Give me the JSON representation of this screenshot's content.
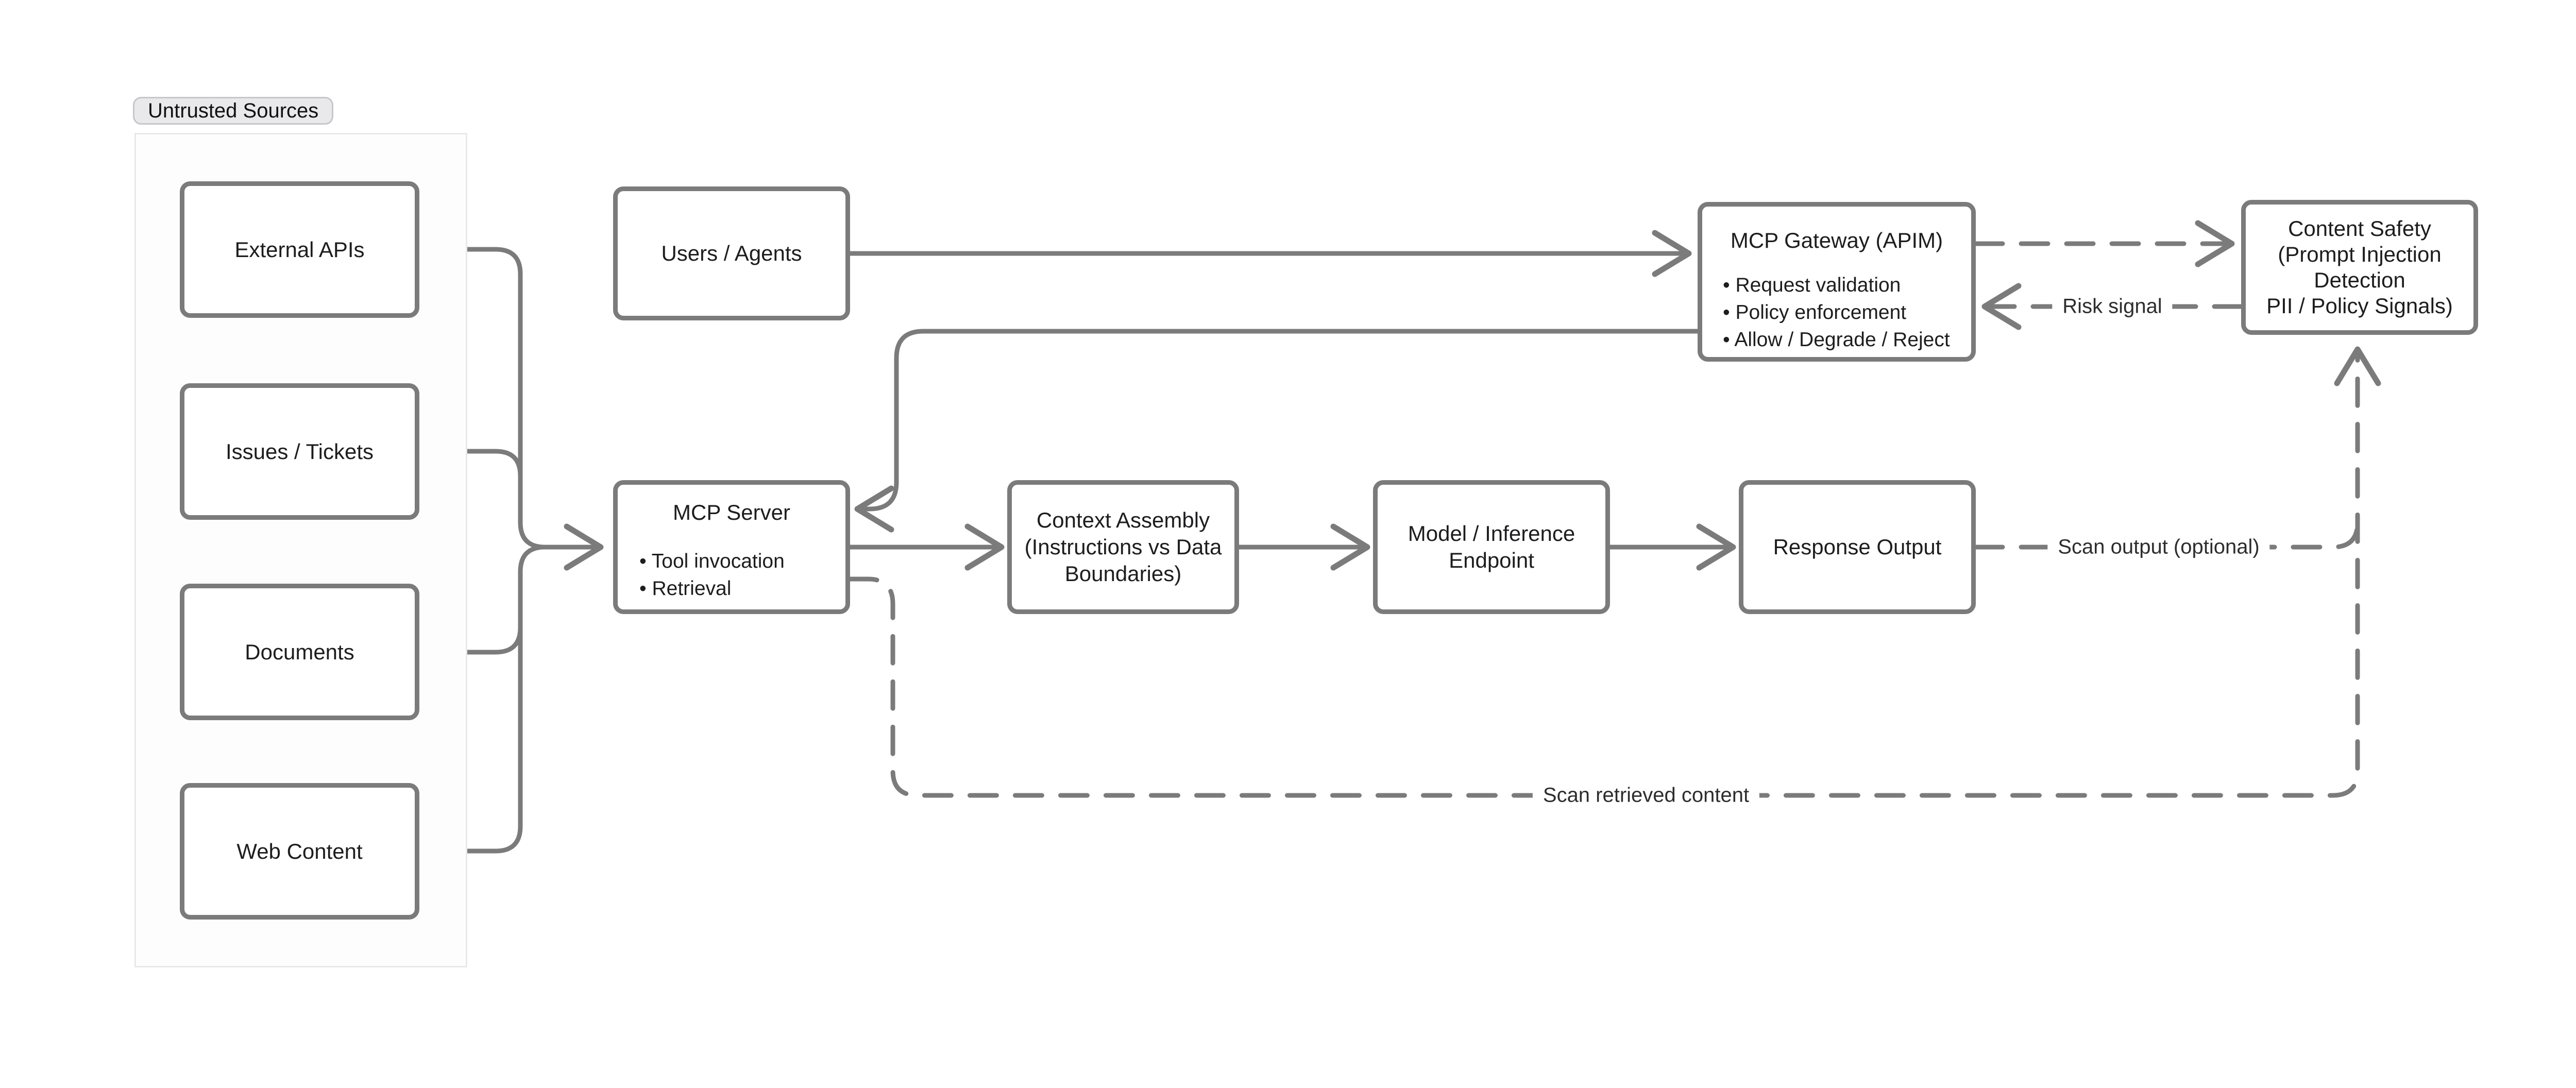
{
  "colors": {
    "wire": "#7b7b7b",
    "box_border": "#7b7b7b",
    "box_fill": "#ffffff",
    "text": "#1d1d1f",
    "pill_bg": "#e9e9eb",
    "pill_border": "#c7c7c9",
    "group_border": "#e9e9ea"
  },
  "group": {
    "label": "Untrusted Sources"
  },
  "sources": [
    {
      "label": "External APIs"
    },
    {
      "label": "Issues / Tickets"
    },
    {
      "label": "Documents"
    },
    {
      "label": "Web Content"
    }
  ],
  "nodes": {
    "users_agents": {
      "label": "Users / Agents"
    },
    "mcp_server": {
      "title": "MCP Server",
      "bullets": [
        "• Tool invocation",
        "• Retrieval"
      ]
    },
    "context_assembly": {
      "lines": [
        "Context Assembly",
        "(Instructions vs Data",
        "Boundaries)"
      ]
    },
    "model_endpoint": {
      "lines": [
        "Model / Inference",
        "Endpoint"
      ]
    },
    "response_output": {
      "label": "Response Output"
    },
    "mcp_gateway": {
      "title": "MCP Gateway (APIM)",
      "bullets": [
        "• Request validation",
        "• Policy enforcement",
        "• Allow / Degrade / Reject"
      ]
    },
    "content_safety": {
      "lines": [
        "Content Safety",
        "(Prompt Injection",
        "Detection",
        "PII / Policy Signals)"
      ]
    }
  },
  "edge_labels": {
    "risk_signal": "Risk signal",
    "scan_output": "Scan output (optional)",
    "scan_retrieved": "Scan retrieved content"
  }
}
